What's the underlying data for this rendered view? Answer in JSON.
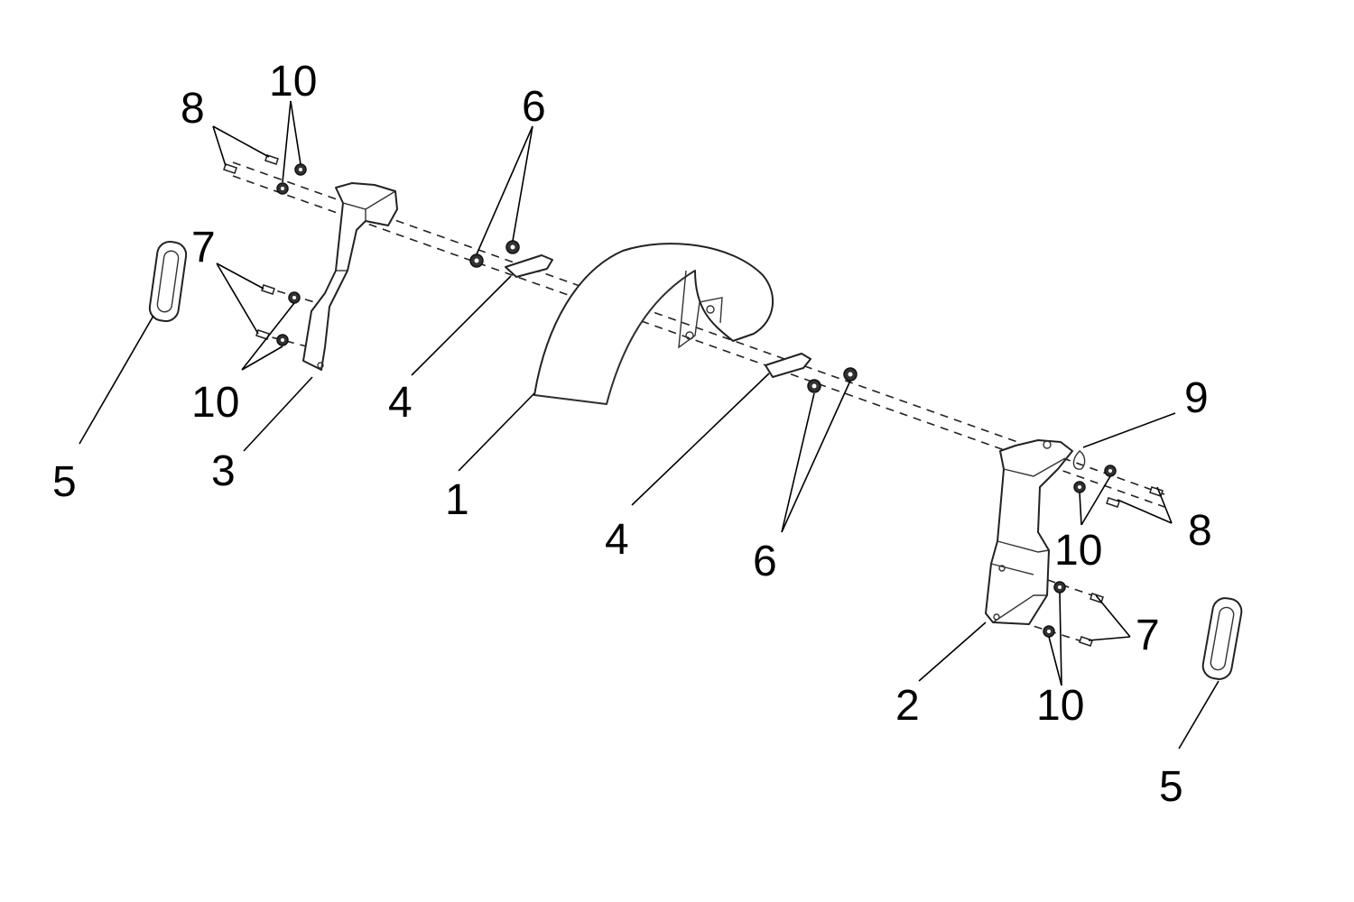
{
  "callouts": {
    "c1": "1",
    "c2": "2",
    "c3": "3",
    "c4a": "4",
    "c4b": "4",
    "c5a": "5",
    "c5b": "5",
    "c6a": "6",
    "c6b": "6",
    "c7a": "7",
    "c7b": "7",
    "c8a": "8",
    "c8b": "8",
    "c9": "9",
    "c10a": "10",
    "c10b": "10",
    "c10c": "10",
    "c10d": "10"
  }
}
